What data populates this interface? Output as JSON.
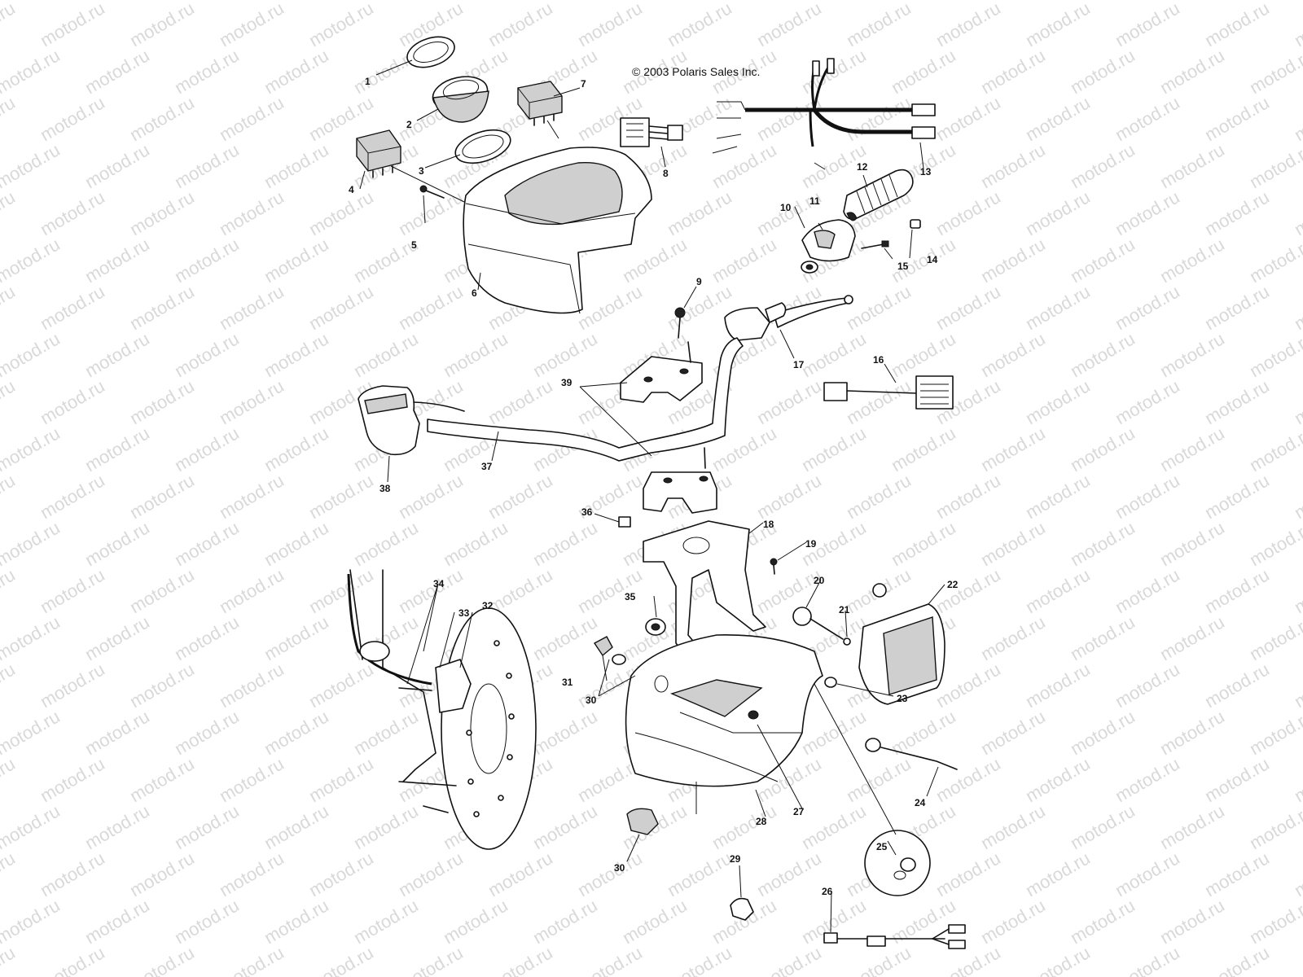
{
  "copyright": "© 2003 Polaris Sales Inc.",
  "watermark": "motod.ru",
  "callouts": [
    "1",
    "2",
    "3",
    "4",
    "5",
    "6",
    "7",
    "8",
    "9",
    "10",
    "11",
    "12",
    "13",
    "14",
    "15",
    "16",
    "17",
    "18",
    "19",
    "20",
    "21",
    "22",
    "23",
    "24",
    "25",
    "26",
    "27",
    "28",
    "29",
    "30",
    "30",
    "31",
    "32",
    "33",
    "34",
    "35",
    "36",
    "37",
    "38",
    "39"
  ]
}
